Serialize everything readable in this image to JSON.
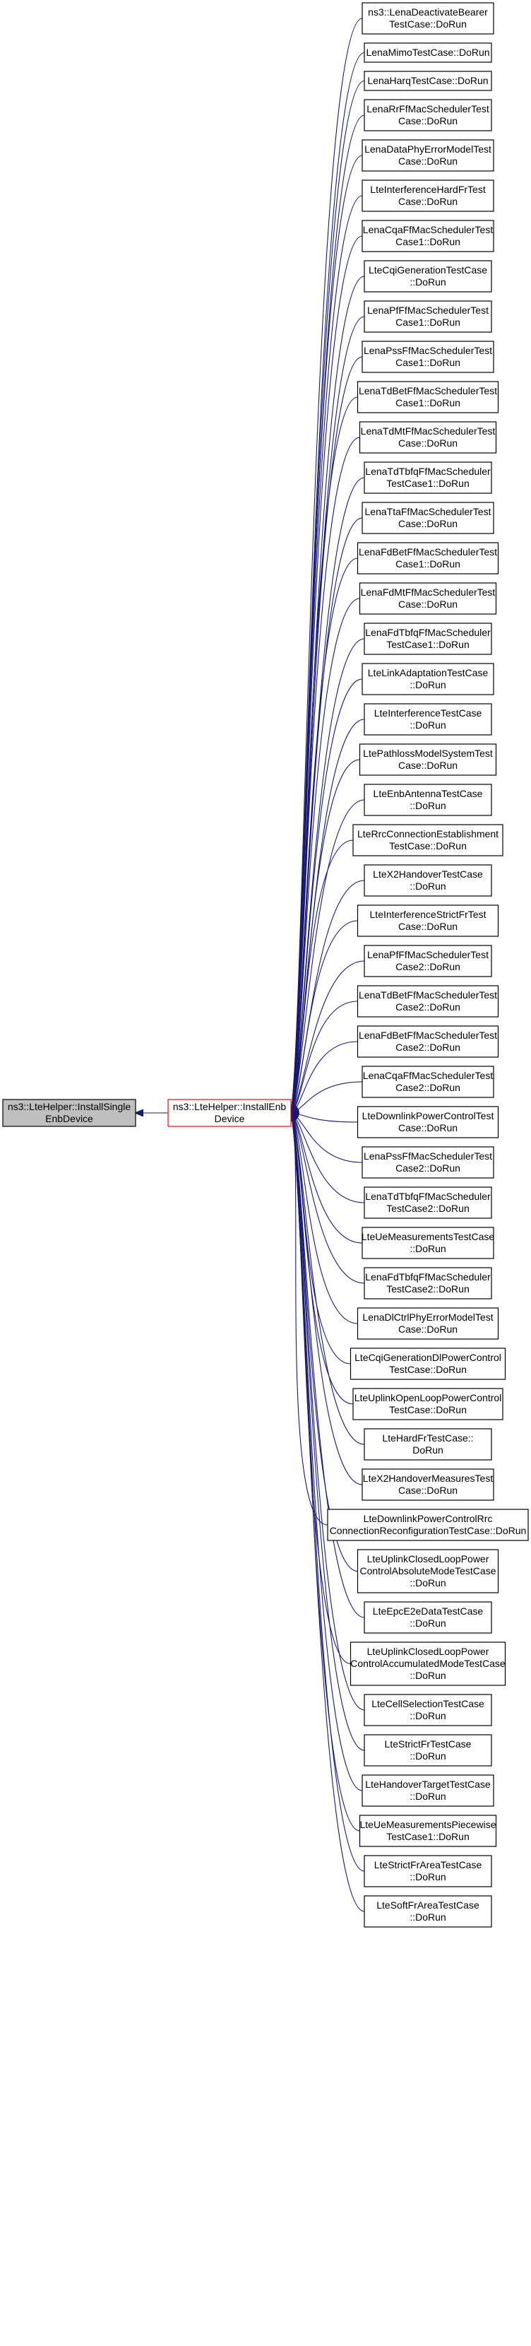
{
  "colors": {
    "edge": "#191970",
    "node_border": "#000000",
    "focus_border": "#ff0000",
    "root_fill": "#bfbfbf",
    "node_fill": "#ffffff"
  },
  "root": {
    "lines": [
      "ns3::LteHelper::InstallSingle",
      "EnbDevice"
    ]
  },
  "focus": {
    "lines": [
      "ns3::LteHelper::InstallEnb",
      "Device"
    ]
  },
  "callers": [
    {
      "lines": [
        "ns3::LenaDeactivateBearer",
        "TestCase::DoRun"
      ]
    },
    {
      "lines": [
        "LenaMimoTestCase::DoRun"
      ]
    },
    {
      "lines": [
        "LenaHarqTestCase::DoRun"
      ]
    },
    {
      "lines": [
        "LenaRrFfMacSchedulerTest",
        "Case::DoRun"
      ]
    },
    {
      "lines": [
        "LenaDataPhyErrorModelTest",
        "Case::DoRun"
      ]
    },
    {
      "lines": [
        "LteInterferenceHardFrTest",
        "Case::DoRun"
      ]
    },
    {
      "lines": [
        "LenaCqaFfMacSchedulerTest",
        "Case1::DoRun"
      ]
    },
    {
      "lines": [
        "LteCqiGenerationTestCase",
        "::DoRun"
      ]
    },
    {
      "lines": [
        "LenaPfFfMacSchedulerTest",
        "Case1::DoRun"
      ]
    },
    {
      "lines": [
        "LenaPssFfMacSchedulerTest",
        "Case1::DoRun"
      ]
    },
    {
      "lines": [
        "LenaTdBetFfMacSchedulerTest",
        "Case1::DoRun"
      ]
    },
    {
      "lines": [
        "LenaTdMtFfMacSchedulerTest",
        "Case::DoRun"
      ]
    },
    {
      "lines": [
        "LenaTdTbfqFfMacScheduler",
        "TestCase1::DoRun"
      ]
    },
    {
      "lines": [
        "LenaTtaFfMacSchedulerTest",
        "Case::DoRun"
      ]
    },
    {
      "lines": [
        "LenaFdBetFfMacSchedulerTest",
        "Case1::DoRun"
      ]
    },
    {
      "lines": [
        "LenaFdMtFfMacSchedulerTest",
        "Case::DoRun"
      ]
    },
    {
      "lines": [
        "LenaFdTbfqFfMacScheduler",
        "TestCase1::DoRun"
      ]
    },
    {
      "lines": [
        "LteLinkAdaptationTestCase",
        "::DoRun"
      ]
    },
    {
      "lines": [
        "LteInterferenceTestCase",
        "::DoRun"
      ]
    },
    {
      "lines": [
        "LtePathlossModelSystemTest",
        "Case::DoRun"
      ]
    },
    {
      "lines": [
        "LteEnbAntennaTestCase",
        "::DoRun"
      ]
    },
    {
      "lines": [
        "LteRrcConnectionEstablishment",
        "TestCase::DoRun"
      ]
    },
    {
      "lines": [
        "LteX2HandoverTestCase",
        "::DoRun"
      ]
    },
    {
      "lines": [
        "LteInterferenceStrictFrTest",
        "Case::DoRun"
      ]
    },
    {
      "lines": [
        "LenaPfFfMacSchedulerTest",
        "Case2::DoRun"
      ]
    },
    {
      "lines": [
        "LenaTdBetFfMacSchedulerTest",
        "Case2::DoRun"
      ]
    },
    {
      "lines": [
        "LenaFdBetFfMacSchedulerTest",
        "Case2::DoRun"
      ]
    },
    {
      "lines": [
        "LenaCqaFfMacSchedulerTest",
        "Case2::DoRun"
      ]
    },
    {
      "lines": [
        "LteDownlinkPowerControlTest",
        "Case::DoRun"
      ]
    },
    {
      "lines": [
        "LenaPssFfMacSchedulerTest",
        "Case2::DoRun"
      ]
    },
    {
      "lines": [
        "LenaTdTbfqFfMacScheduler",
        "TestCase2::DoRun"
      ]
    },
    {
      "lines": [
        "LteUeMeasurementsTestCase",
        "::DoRun"
      ]
    },
    {
      "lines": [
        "LenaFdTbfqFfMacScheduler",
        "TestCase2::DoRun"
      ]
    },
    {
      "lines": [
        "LenaDlCtrlPhyErrorModelTest",
        "Case::DoRun"
      ]
    },
    {
      "lines": [
        "LteCqiGenerationDlPowerControl",
        "TestCase::DoRun"
      ]
    },
    {
      "lines": [
        "LteUplinkOpenLoopPowerControl",
        "TestCase::DoRun"
      ]
    },
    {
      "lines": [
        "LteHardFrTestCase::",
        "DoRun"
      ]
    },
    {
      "lines": [
        "LteX2HandoverMeasuresTest",
        "Case::DoRun"
      ]
    },
    {
      "lines": [
        "LteDownlinkPowerControlRrc",
        "ConnectionReconfigurationTestCase::DoRun"
      ]
    },
    {
      "lines": [
        "LteUplinkClosedLoopPower",
        "ControlAbsoluteModeTestCase",
        "::DoRun"
      ]
    },
    {
      "lines": [
        "LteEpcE2eDataTestCase",
        "::DoRun"
      ]
    },
    {
      "lines": [
        "LteUplinkClosedLoopPower",
        "ControlAccumulatedModeTestCase",
        "::DoRun"
      ]
    },
    {
      "lines": [
        "LteCellSelectionTestCase",
        "::DoRun"
      ]
    },
    {
      "lines": [
        "LteStrictFrTestCase",
        "::DoRun"
      ]
    },
    {
      "lines": [
        "LteHandoverTargetTestCase",
        "::DoRun"
      ]
    },
    {
      "lines": [
        "LteUeMeasurementsPiecewise",
        "TestCase1::DoRun"
      ]
    },
    {
      "lines": [
        "LteStrictFrAreaTestCase",
        "::DoRun"
      ]
    },
    {
      "lines": [
        "LteSoftFrAreaTestCase",
        "::DoRun"
      ]
    }
  ]
}
